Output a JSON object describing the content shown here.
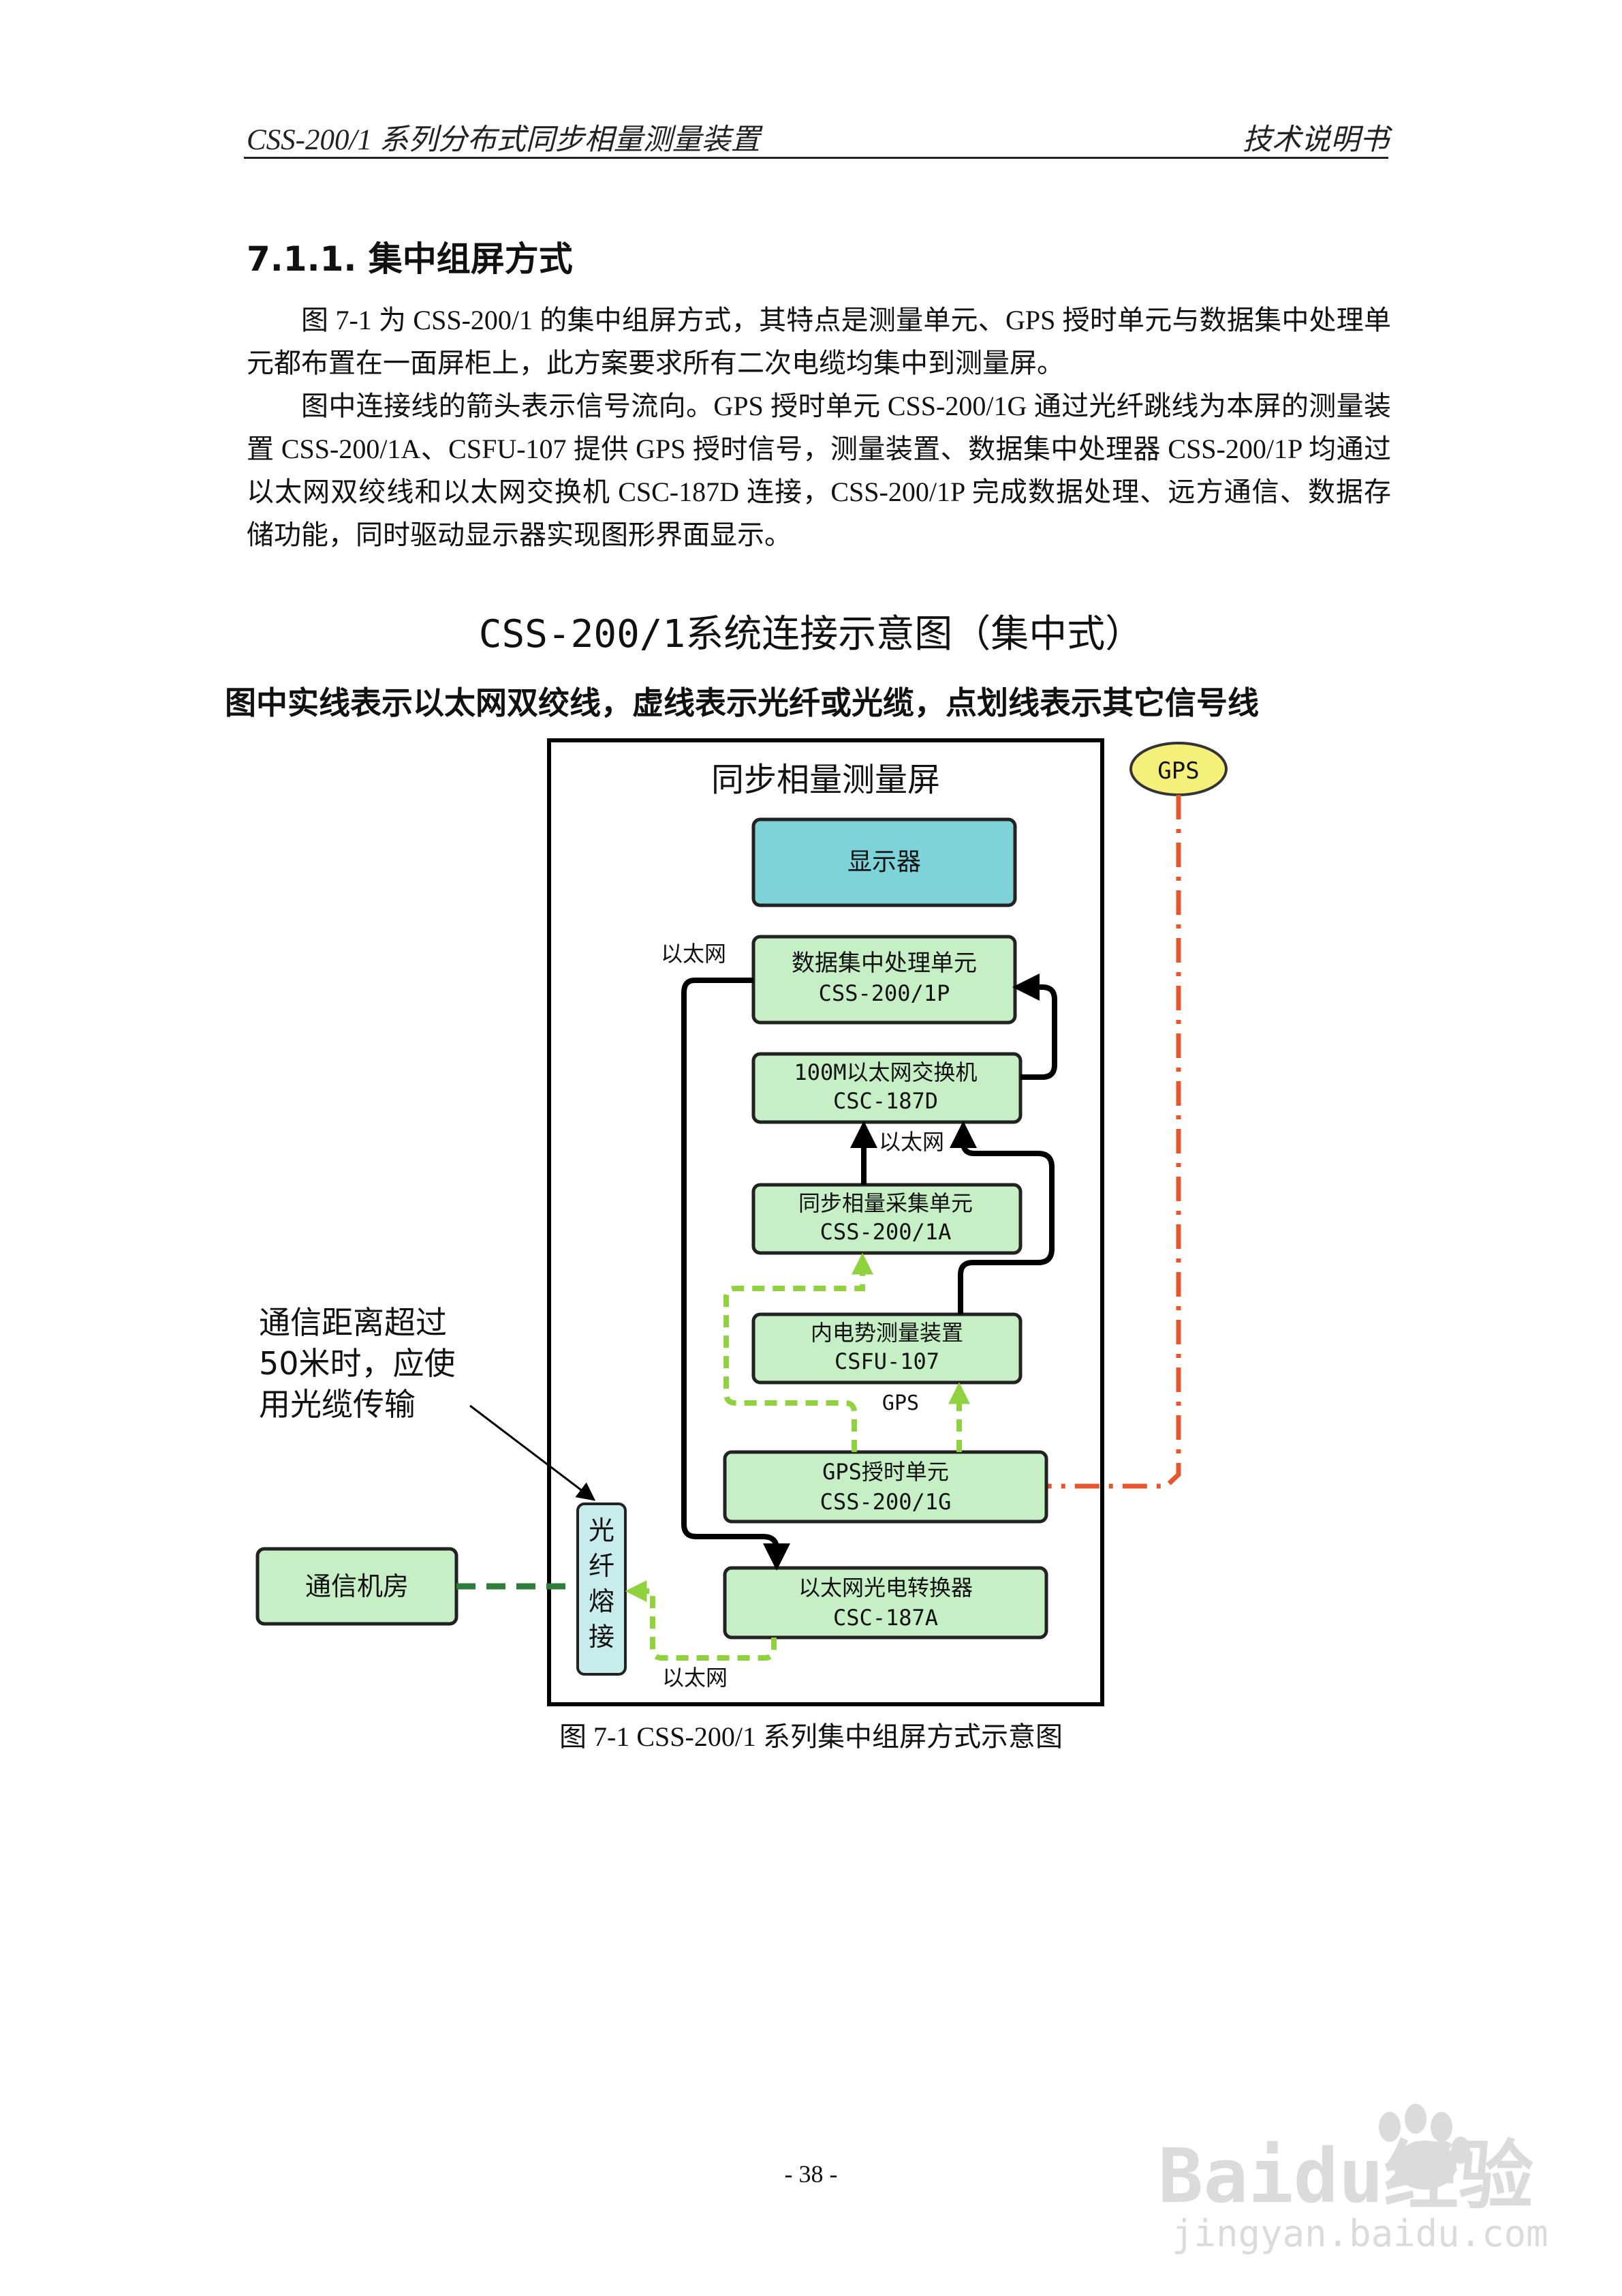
{
  "header": {
    "left": "CSS-200/1 系列分布式同步相量测量装置",
    "right": "技术说明书"
  },
  "section": {
    "heading": "7.1.1. 集中组屏方式",
    "paragraphs": [
      "图 7-1 为 CSS-200/1 的集中组屏方式，其特点是测量单元、GPS 授时单元与数据集中处理单元都布置在一面屏柜上，此方案要求所有二次电缆均集中到测量屏。",
      "图中连接线的箭头表示信号流向。GPS 授时单元 CSS-200/1G 通过光纤跳线为本屏的测量装置 CSS-200/1A、CSFU-107 提供 GPS 授时信号，测量装置、数据集中处理器 CSS-200/1P 均通过以太网双绞线和以太网交换机 CSC-187D 连接，CSS-200/1P 完成数据处理、远方通信、数据存储功能，同时驱动显示器实现图形界面显示。"
    ]
  },
  "diagram": {
    "title": "CSS-200/1系统连接示意图（集中式）",
    "legend_note": "图中实线表示以太网双绞线，虚线表示光纤或光缆，点划线表示其它信号线",
    "panel_title": "同步相量测量屏",
    "gps_label": "GPS",
    "boxes": {
      "display": "显示器",
      "dcu_line1": "数据集中处理单元",
      "dcu_line2": "CSS-200/1P",
      "switch_line1": "100M以太网交换机",
      "switch_line2": "CSC-187D",
      "acq_line1": "同步相量采集单元",
      "acq_line2": "CSS-200/1A",
      "emf_line1": "内电势测量装置",
      "emf_line2": "CSFU-107",
      "gpsunit_line1": "GPS授时单元",
      "gpsunit_line2": "CSS-200/1G",
      "conv_line1": "以太网光电转换器",
      "conv_line2": "CSC-187A",
      "room": "通信机房",
      "fusion": [
        "光",
        "纤",
        "熔",
        "接"
      ]
    },
    "labels": {
      "eth_left": "以太网",
      "eth_mid": "以太网",
      "gps_small": "GPS",
      "eth_bottom": "以太网"
    },
    "side_note": [
      "通信距离超过",
      "50米时，应使",
      "用光缆传输"
    ],
    "colors": {
      "display_fill": "#7dd3d8",
      "box_fill": "#c6efc6",
      "fusion_fill": "#c8ecec",
      "gps_fill": "#f4f07a",
      "fiber_green": "#8fd13f",
      "fiber_dark": "#2e7d3a",
      "signal_orange": "#e8552a"
    }
  },
  "caption": "图 7-1 CSS-200/1 系列集中组屏方式示意图",
  "page_number": "- 38 -",
  "watermark": {
    "brand": "Baidu经验",
    "url": "jingyan.baidu.com"
  }
}
